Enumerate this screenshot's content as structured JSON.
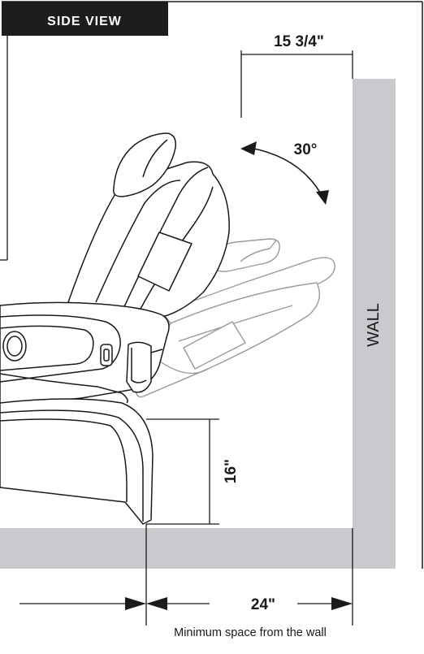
{
  "header": {
    "title": "SIDE VIEW"
  },
  "dimensions": {
    "top_clearance": "15 3/4\"",
    "recline_angle": "30°",
    "seat_height": "16\"",
    "wall_clearance": "24\""
  },
  "wall": {
    "label": "WALL"
  },
  "caption": "Minimum space from the wall",
  "colors": {
    "header_bg": "#1d1d1d",
    "header_text": "#ffffff",
    "wall": "#c8cace",
    "floor": "#c8cace",
    "line": "#1a1a1a",
    "ghost_line": "#9a9a9a"
  }
}
